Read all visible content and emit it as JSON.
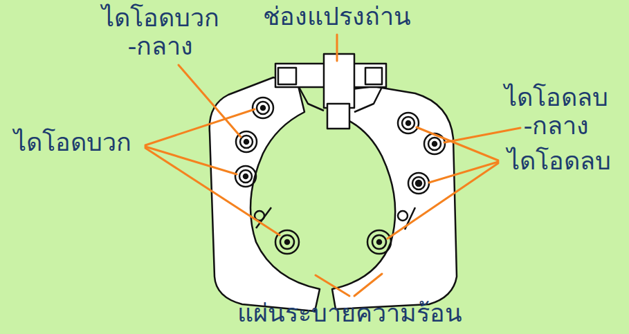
{
  "diagram": {
    "labels": [
      "ช่องแปรงถ่าน",
      "ไดโอดบวก -กลาง",
      "ไดโอดบวก",
      "ไดโอดลบ -กลาง",
      "ไดโอดลบ",
      "แผ่นระบายความร้อน"
    ]
  }
}
